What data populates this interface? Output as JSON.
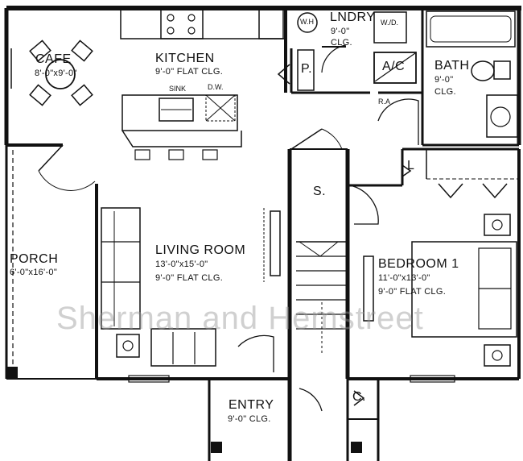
{
  "rooms": {
    "cafe": {
      "name": "CAFE",
      "dims": "8'-0\"x9'-0\""
    },
    "kitchen": {
      "name": "KITCHEN",
      "ceiling": "9'-0\" FLAT CLG."
    },
    "laundry": {
      "name": "LNDRY",
      "ceiling_line1": "9'-0\"",
      "ceiling_line2": "CLG."
    },
    "bath": {
      "name": "BATH",
      "ceiling_line1": "9'-0\"",
      "ceiling_line2": "CLG."
    },
    "living": {
      "name": "LIVING ROOM",
      "dims": "13'-0\"x15'-0\"",
      "ceiling": "9'-0\" FLAT CLG."
    },
    "porch": {
      "name": "PORCH",
      "dims": "6'-0\"x16'-0\""
    },
    "bedroom": {
      "name": "BEDROOM 1",
      "dims": "11'-0\"x13'-0\"",
      "ceiling": "9'-0\" FLAT CLG."
    },
    "entry": {
      "name": "ENTRY",
      "ceiling": "9'-0\" CLG."
    }
  },
  "fixtures": {
    "sink": "SINK",
    "dishwasher": "D.W.",
    "water_heater": "W.H",
    "washer_dryer": "W./D.",
    "ac": "A/C",
    "return_air": "R.A",
    "pantry": "P.",
    "linen": "L",
    "storage": "S.",
    "closet": "C."
  },
  "watermark": "Sherman and Hemstreet"
}
